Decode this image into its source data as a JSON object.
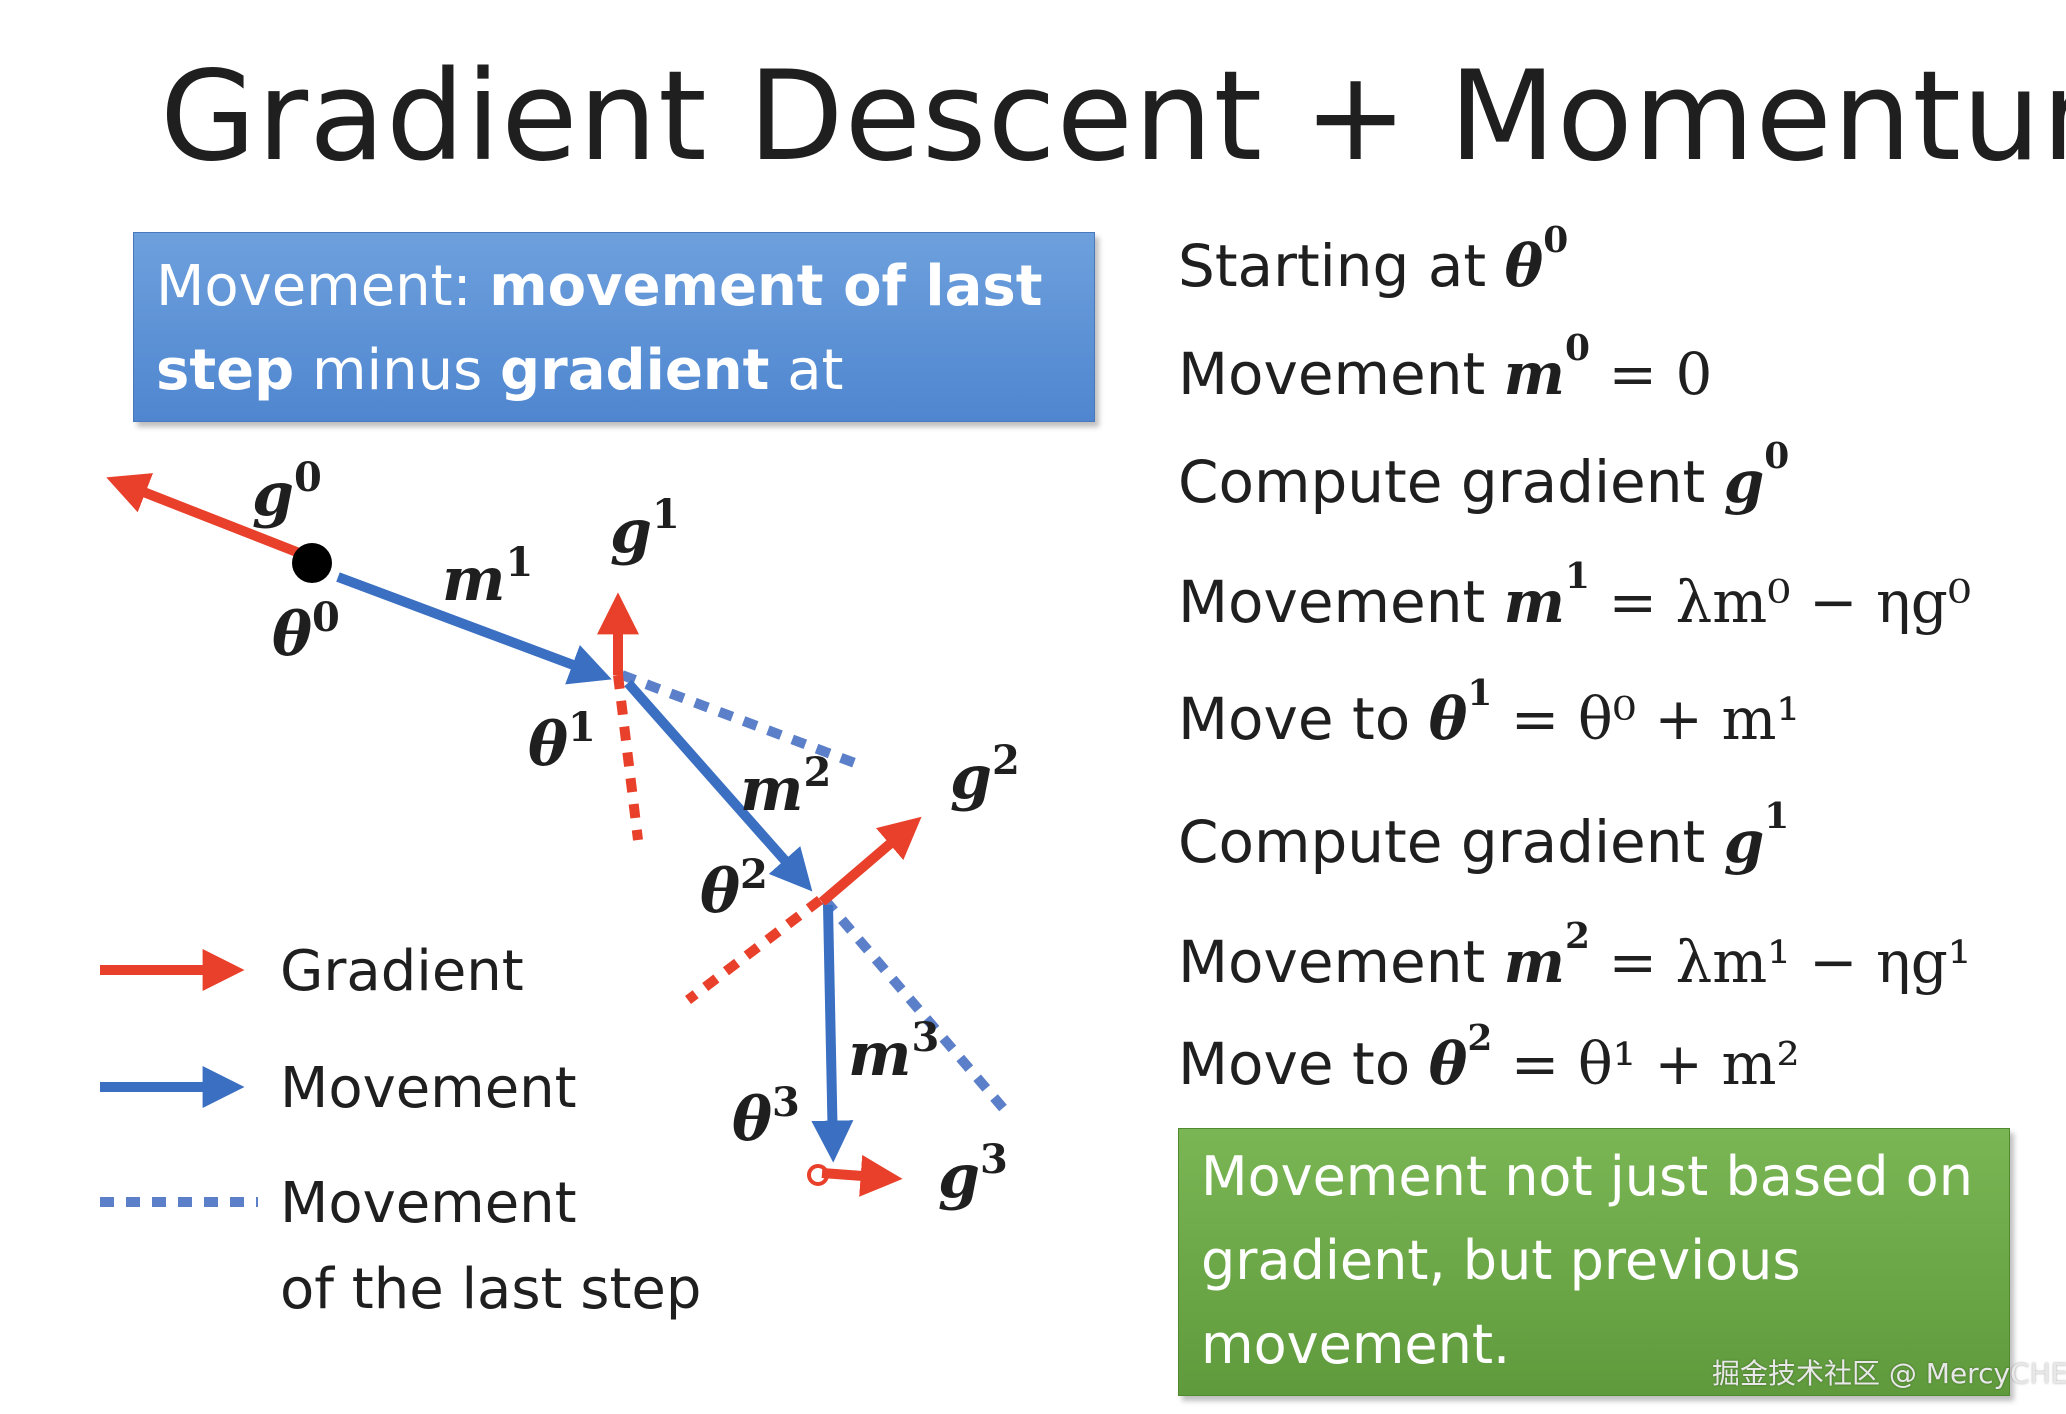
{
  "title": "Gradient Descent + Momentum",
  "blue_box": {
    "part1": "Movement: ",
    "part2_bold": "movement of last step",
    "part3": " minus ",
    "part4_bold": "gradient",
    "part5": " at present"
  },
  "steps": [
    {
      "text": "Starting at ",
      "var": "θ",
      "sup": "0",
      "rest": ""
    },
    {
      "text": "Movement ",
      "var": "m",
      "sup": "0",
      "rest": " = 0"
    },
    {
      "text": "Compute gradient ",
      "var": "g",
      "sup": "0",
      "rest": ""
    },
    {
      "text": "Movement ",
      "var": "m",
      "sup": "1",
      "rest": " = λm⁰ − ηg⁰"
    },
    {
      "text": "Move to ",
      "var": "θ",
      "sup": "1",
      "rest": " = θ⁰ + m¹"
    },
    {
      "text": "Compute gradient ",
      "var": "g",
      "sup": "1",
      "rest": ""
    },
    {
      "text": "Movement ",
      "var": "m",
      "sup": "2",
      "rest": " = λm¹ − ηg¹"
    },
    {
      "text": "Move to ",
      "var": "θ",
      "sup": "2",
      "rest": " = θ¹ + m²"
    }
  ],
  "green_box": "Movement not just based on gradient, but previous movement.",
  "diagram_labels": {
    "g0": {
      "var": "g",
      "sup": "0"
    },
    "g1": {
      "var": "g",
      "sup": "1"
    },
    "g2": {
      "var": "g",
      "sup": "2"
    },
    "g3": {
      "var": "g",
      "sup": "3"
    },
    "m1": {
      "var": "m",
      "sup": "1"
    },
    "m2": {
      "var": "m",
      "sup": "2"
    },
    "m3": {
      "var": "m",
      "sup": "3"
    },
    "t0": {
      "var": "θ",
      "sup": "0"
    },
    "t1": {
      "var": "θ",
      "sup": "1"
    },
    "t2": {
      "var": "θ",
      "sup": "2"
    },
    "t3": {
      "var": "θ",
      "sup": "3"
    }
  },
  "legend": {
    "gradient": "Gradient",
    "movement": "Movement",
    "last_line1": "Movement",
    "last_line2": "of the last step"
  },
  "colors": {
    "gradient": "#e8402a",
    "movement": "#3a6fc2",
    "last": "#5b7fc9"
  },
  "watermark": "掘金技术社区 @ MercyCHEN"
}
